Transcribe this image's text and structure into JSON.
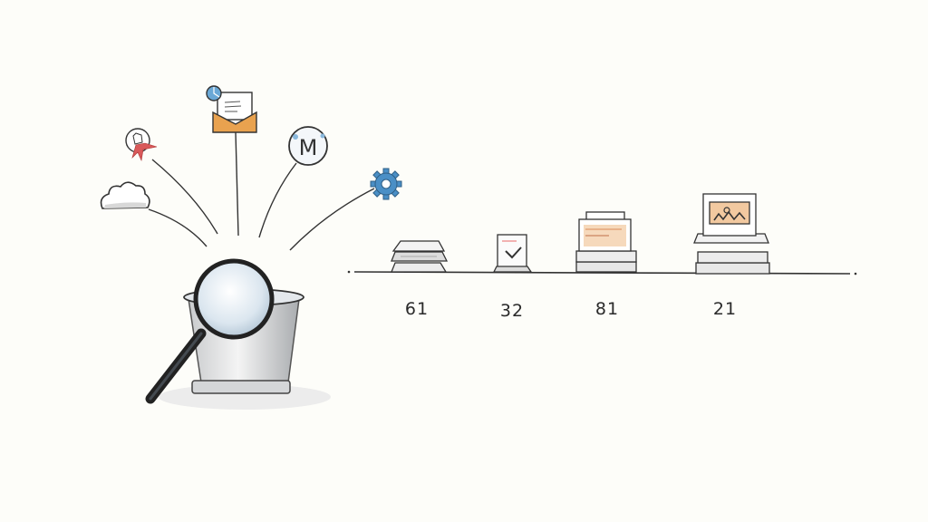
{
  "colors": {
    "background": "#fdfdf9",
    "ink": "#2b2b2b",
    "envelope": "#e9a24f",
    "gear": "#4a8fc6",
    "ribbon": "#d9595a",
    "doc_highlight": "#f2c9a0"
  },
  "sources": [
    {
      "icon": "cloud-icon"
    },
    {
      "icon": "ribbon-badge-icon"
    },
    {
      "icon": "envelope-icon"
    },
    {
      "icon": "gmail-m-icon",
      "glyph": "M"
    },
    {
      "icon": "gear-icon"
    }
  ],
  "center": {
    "icon": "magnifier-over-bucket-icon"
  },
  "stacks": [
    {
      "label": "61",
      "icon": "paper-stack-icon"
    },
    {
      "label": "32",
      "icon": "checked-document-icon"
    },
    {
      "label": "81",
      "icon": "document-stack-icon"
    },
    {
      "label": "21",
      "icon": "chart-document-stack-icon"
    }
  ]
}
